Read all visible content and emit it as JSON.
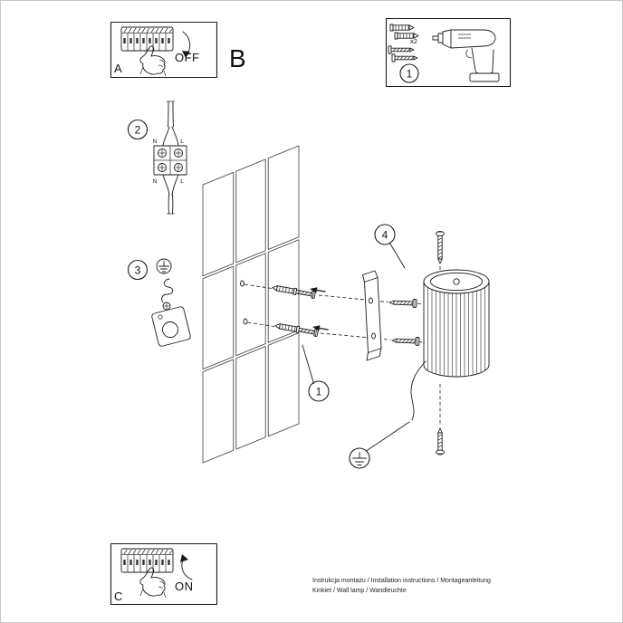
{
  "frame": {
    "border_color": "#c8c8c8",
    "ink_color": "#1a1a1a"
  },
  "sections": {
    "a": {
      "label": "A",
      "switch_state": "OFF"
    },
    "b": {
      "label": "B"
    },
    "c": {
      "label": "C",
      "switch_state": "ON"
    },
    "kit": {
      "badge": "1",
      "anchor_quantity": "x2"
    }
  },
  "callouts": {
    "wiring": "2",
    "earth": "3",
    "anchors": "1",
    "bracket": "4"
  },
  "terminal_block": {
    "top_left": "N",
    "top_right": "L",
    "bottom_left": "N",
    "bottom_right": "L"
  },
  "footer": {
    "line1": "Instrukcja montażu / Installation instructions / Montageanleitung",
    "line2": "Kinkiet / Wall lamp / Wandleuchte"
  }
}
